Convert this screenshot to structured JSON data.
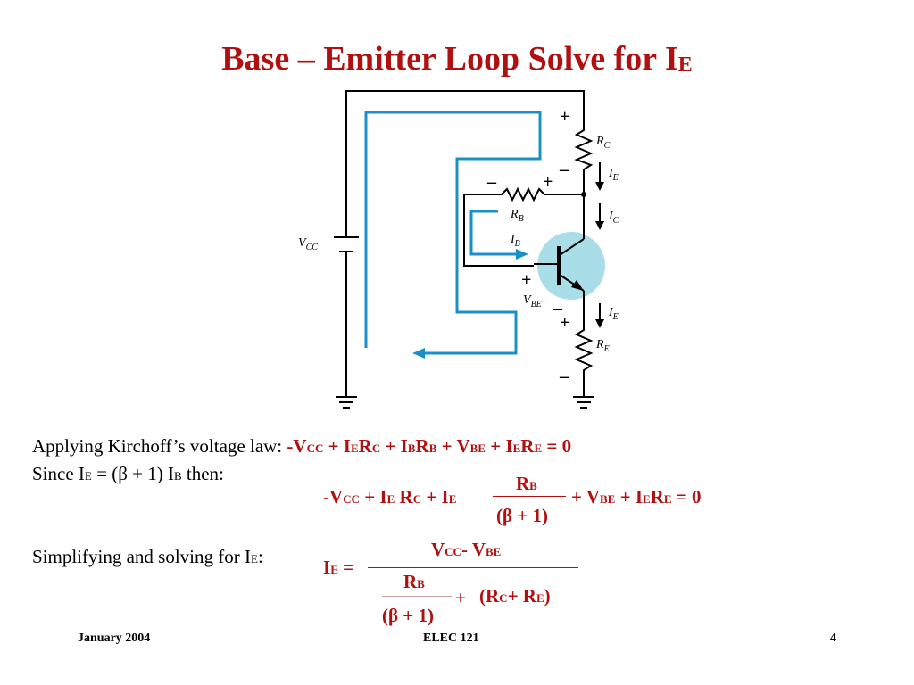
{
  "title": {
    "main": "Base – Emitter Loop Solve for I",
    "sub": "E"
  },
  "circuit": {
    "labels": {
      "vcc": "V",
      "vcc_sub": "CC",
      "rc": "R",
      "rc_sub": "C",
      "rb": "R",
      "rb_sub": "B",
      "re": "R",
      "re_sub": "E",
      "ie": "I",
      "ie_sub": "E",
      "ic": "I",
      "ic_sub": "C",
      "ib": "I",
      "ib_sub": "B",
      "vbe": "V",
      "vbe_sub": "BE",
      "plus": "+",
      "minus": "–"
    },
    "colors": {
      "loop": "#1a8fc8",
      "transistor": "#a9dde8",
      "wire": "#000000"
    }
  },
  "text": {
    "kvl_intro": "Applying Kirchoff’s voltage law:",
    "kvl_eq": {
      "p1": "-V",
      "s1": "CC",
      "p2": " + I",
      "s2": "E",
      "p3": "R",
      "s3": "C",
      "p4": " + I",
      "s4": "B",
      "p5": "R",
      "s5": "B",
      "p6": " + V",
      "s6": "BE",
      "p7": " + I",
      "s7": "E",
      "p8": "R",
      "s8": "E",
      "p9": " = 0"
    },
    "since": {
      "a": "Since I",
      "a_sub": "E",
      "b": " = (β + 1) I",
      "b_sub": "B",
      "c": " then:"
    },
    "eq2": {
      "left": {
        "a": "-V",
        "a_sub": "CC",
        "b": " + I",
        "b_sub": "E",
        "c": " R",
        "c_sub": "C",
        "d": " + I",
        "d_sub": "E"
      },
      "num": "R",
      "num_sub": "B",
      "den": "(β + 1)",
      "right": {
        "a": "+ V",
        "a_sub": "BE",
        "b": " + I",
        "b_sub": "E",
        "c": "R",
        "c_sub": "E",
        "d": " = 0"
      }
    },
    "simplify": {
      "a": "Simplifying and solving for I",
      "sub": "E",
      "b": ":"
    },
    "eq3": {
      "lhs": "I",
      "lhs_sub": "E",
      "eq": " =",
      "num_a": "V",
      "num_a_sub": "CC",
      "num_b": "- V",
      "num_b_sub": "BE",
      "rb": "R",
      "rb_sub": "B",
      "beta": "(β + 1)",
      "plus": "+",
      "rcre_a": "(R",
      "rcre_a_sub": "C",
      "rcre_b": "+ R",
      "rcre_b_sub": "E",
      "rcre_c": ")"
    }
  },
  "footer": {
    "date": "January 2004",
    "course": "ELEC 121",
    "page": "4"
  }
}
